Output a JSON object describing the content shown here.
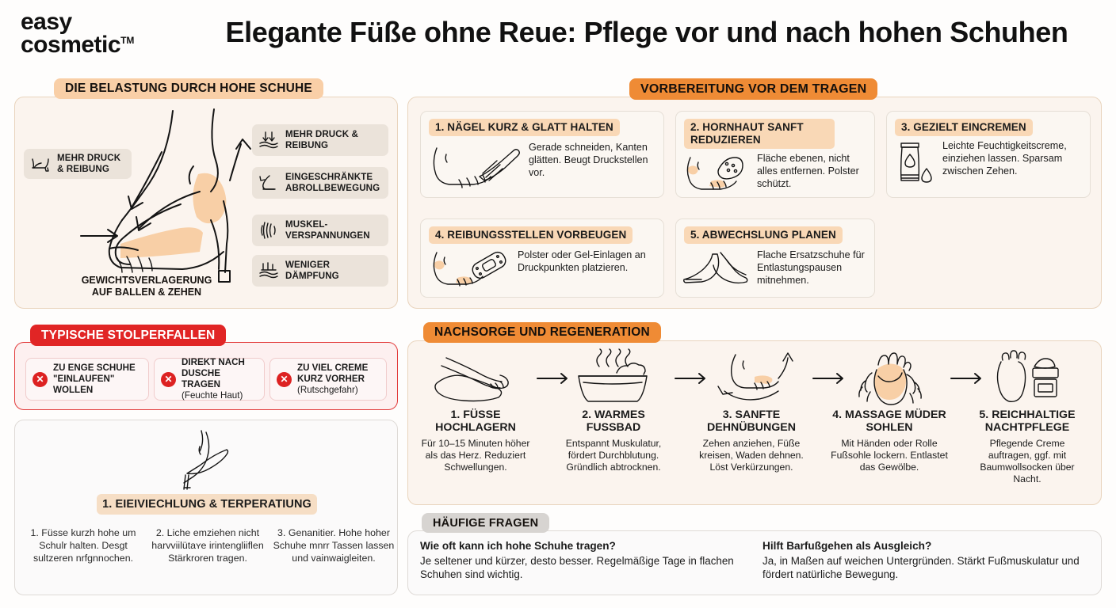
{
  "header": {
    "brand_line1": "easy",
    "brand_line2": "cosmetic",
    "brand_tm": "TM",
    "headline": "Elegante Füße ohne Reue: Pflege vor und nach hohen Schuhen"
  },
  "colors": {
    "accent_orange": "#ef8b35",
    "badge_peach": "#f9cfa7",
    "alert_red": "#e12525",
    "panel_cream": "#fbf4ee",
    "panel_gray": "#f6f5f4",
    "skin_tone": "#f8cfa6"
  },
  "stress": {
    "badge": "DIE BELASTUNG DURCH HOHE SCHUHE",
    "caption_line1": "GEWICHTSVERLAGERUNG",
    "caption_line2": "AUF BALLEN & ZEHEN",
    "left_chip": {
      "icon": "high-heel-icon",
      "line1": "MEHR DRUCK",
      "line2": "& REIBUNG"
    },
    "chips": [
      {
        "icon": "pressure-arrow-icon",
        "line1": "MEHR DRUCK &",
        "line2": "REIBUNG"
      },
      {
        "icon": "foot-roll-icon",
        "line1": "EINGESCHRÄNKTE",
        "line2": "ABROLLBEWEGUNG"
      },
      {
        "icon": "muscle-icon",
        "line1": "MUSKEL-",
        "line2": "VERSPANNUNGEN"
      },
      {
        "icon": "cushion-icon",
        "line1": "WENIGER",
        "line2": "DÄMPFUNG"
      }
    ]
  },
  "prep": {
    "badge": "VORBEREITUNG VOR DEM TRAGEN",
    "cards": [
      {
        "title": "1. NÄGEL KURZ & GLATT HALTEN",
        "icon": "foot-nail-file-icon",
        "text": "Gerade schneiden, Kanten glätten. Beugt Druckstellen vor."
      },
      {
        "title": "2. HORNHAUT SANFT REDUZIEREN",
        "icon": "foot-pumice-icon",
        "text": "Fläche ebenen, nicht alles entfernen. Polster schützt."
      },
      {
        "title": "3. GEZIELT EINCREMEN",
        "icon": "cream-tube-icon",
        "text": "Leichte Feuchtigkeitscreme, einziehen lassen. Sparsam zwischen Zehen."
      },
      {
        "title": "4. REIBUNGSSTELLEN VORBEUGEN",
        "icon": "foot-plaster-icon",
        "text": "Polster oder Gel-Einlagen an Druckpunkten platzieren."
      },
      {
        "title": "5. ABWECHSLUNG PLANEN",
        "icon": "flat-shoes-icon",
        "text": "Flache Ersatzschuhe für Entlastungspausen mitnehmen."
      }
    ]
  },
  "pitfalls": {
    "badge": "TYPISCHE STOLPERFALLEN",
    "items": [
      {
        "icon": "x-circle-icon",
        "main": "ZU ENGE SCHUHE \"EINLAUFEN\" WOLLEN",
        "sub": ""
      },
      {
        "icon": "x-circle-icon",
        "main": "DIREKT NACH DUSCHE TRAGEN",
        "sub": "(Feuchte Haut)"
      },
      {
        "icon": "x-circle-icon",
        "main": "ZU VIEL CREME KURZ VORHER",
        "sub": "(Rutschgefahr)"
      }
    ]
  },
  "misc": {
    "icon": "high-heel-outline-icon",
    "title": "1. EIEIVIECHLUNG & TERPERATIUNG",
    "columns": [
      "1. Füsse kurzh hohe um Schulr halten. Desgt sultzeren nrfgnnochen.",
      "2. Liche emziehen nicht harvviilütaʏe irintengliiflen Stärkroren tragen.",
      "3. Genanitier. Hohe hoher Schuhe mnrr Tassen lassen und vainwaigleiten."
    ]
  },
  "aftercare": {
    "badge": "NACHSORGE UND REGENERATION",
    "steps": [
      {
        "icon": "legs-elevated-icon",
        "title": "1. FÜSSE HOCHLAGERN",
        "desc": "Für 10–15 Minuten höher als das Herz. Reduziert Schwellungen."
      },
      {
        "icon": "foot-bath-icon",
        "title": "2. WARMES FUSSBAD",
        "desc": "Entspannt Muskulatur, fördert Durchblutung. Gründlich abtrocknen."
      },
      {
        "icon": "foot-stretch-icon",
        "title": "3. SANFTE DEHNÜBUNGEN",
        "desc": "Zehen anziehen, Füße kreisen, Waden dehnen. Löst Verkürzungen."
      },
      {
        "icon": "foot-massage-hands-icon",
        "title": "4. MASSAGE MÜDER SOHLEN",
        "desc": "Mit Händen oder Rolle Fußsohle lockern. Entlastet das Gewölbe."
      },
      {
        "icon": "foot-cream-jar-icon",
        "title": "5. REICHHALTIGE NACHTPFLEGE",
        "desc": "Pflegende Creme auftragen, ggf. mit Baumwollsocken über Nacht."
      }
    ]
  },
  "faq": {
    "badge": "HÄUFIGE FRAGEN",
    "items": [
      {
        "question": "Wie oft kann ich hohe Schuhe tragen?",
        "answer": "Je seltener und kürzer, desto besser. Regelmäßige Tage in flachen Schuhen sind wichtig."
      },
      {
        "question": "Hilft Barfußgehen als Ausgleich?",
        "answer": "Ja, in Maßen auf weichen Untergründen. Stärkt Fußmuskulatur und fördert natürliche Bewegung."
      }
    ]
  }
}
